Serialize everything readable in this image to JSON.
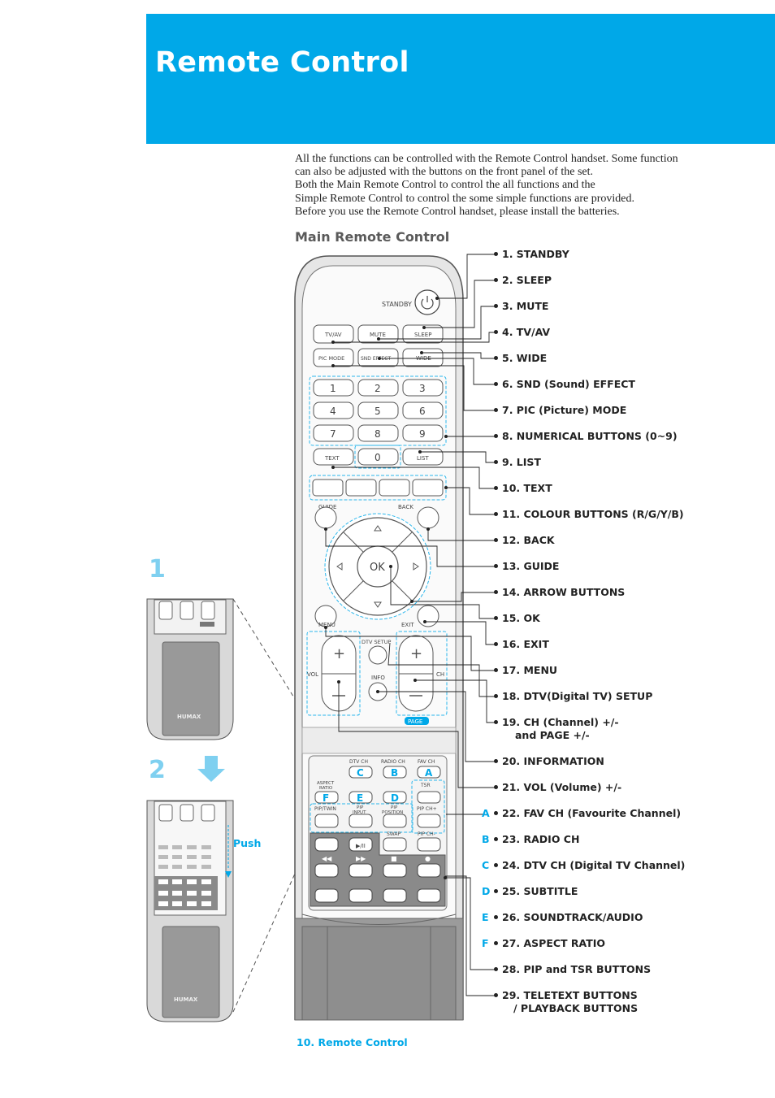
{
  "header": {
    "title": "Remote Control"
  },
  "intro": [
    "All the functions can be controlled with the Remote Control handset. Some function",
    "can also be adjusted with the buttons on the front panel of the set.",
    "Both the Main Remote Control to control the all functions and the",
    "Simple Remote Control to control the some simple functions are provided.",
    "Before you use the Remote Control handset, please install the batteries."
  ],
  "section_title": "Main Remote Control",
  "steps": {
    "step1": "1",
    "step2": "2",
    "push": "Push"
  },
  "remote_labels": {
    "standby": "STANDBY",
    "tvav": "TV/AV",
    "mute": "MUTE",
    "sleep": "SLEEP",
    "picmode": "PIC MODE",
    "sndeffect": "SND EFFECT",
    "wide": "WIDE",
    "n1": "1",
    "n2": "2",
    "n3": "3",
    "n4": "4",
    "n5": "5",
    "n6": "6",
    "n7": "7",
    "n8": "8",
    "n9": "9",
    "n0": "0",
    "text": "TEXT",
    "list": "LIST",
    "guide": "GUIDE",
    "back": "BACK",
    "ok": "OK",
    "menu": "MENU",
    "exit": "EXIT",
    "dtvsetup": "DTV SETUP",
    "info": "INFO",
    "vol": "VOL",
    "ch": "CH",
    "page": "PAGE",
    "dtvch": "DTV CH",
    "radioch": "RADIO CH",
    "favch": "FAV CH",
    "aspect1": "ASPECT",
    "aspect2": "RATIO",
    "tsr": "TSR",
    "piptwin": "PIP/TWIN",
    "pipinput1": "PIP",
    "pipinput2": "INPUT",
    "pipposition1": "PIP",
    "pipposition2": "POSITION",
    "pipchplus": "PIP CH+",
    "swap": "SWAP",
    "pipchminus": "PIP CH-",
    "letter_c": "C",
    "letter_b": "B",
    "letter_a": "A",
    "letter_f": "F",
    "letter_e": "E",
    "letter_d": "D"
  },
  "callouts": [
    {
      "letter": "",
      "text": "1. STANDBY"
    },
    {
      "letter": "",
      "text": "2. SLEEP"
    },
    {
      "letter": "",
      "text": "3. MUTE"
    },
    {
      "letter": "",
      "text": "4. TV/AV"
    },
    {
      "letter": "",
      "text": "5. WIDE"
    },
    {
      "letter": "",
      "text": "6. SND (Sound) EFFECT"
    },
    {
      "letter": "",
      "text": "7. PIC (Picture) MODE"
    },
    {
      "letter": "",
      "text": "8. NUMERICAL BUTTONS (0~9)"
    },
    {
      "letter": "",
      "text": "9. LIST"
    },
    {
      "letter": "",
      "text": "10. TEXT"
    },
    {
      "letter": "",
      "text": "11. COLOUR BUTTONS (R/G/Y/B)"
    },
    {
      "letter": "",
      "text": "12. BACK"
    },
    {
      "letter": "",
      "text": "13. GUIDE"
    },
    {
      "letter": "",
      "text": "14. ARROW BUTTONS"
    },
    {
      "letter": "",
      "text": "15. OK"
    },
    {
      "letter": "",
      "text": "16. EXIT"
    },
    {
      "letter": "",
      "text": "17. MENU"
    },
    {
      "letter": "",
      "text": "18. DTV(Digital TV) SETUP"
    },
    {
      "letter": "",
      "text": "19. CH (Channel) +/-",
      "line2": "and PAGE +/-"
    },
    {
      "letter": "",
      "text": "20. INFORMATION"
    },
    {
      "letter": "",
      "text": "21. VOL (Volume) +/-"
    },
    {
      "letter": "A",
      "text": "22. FAV CH (Favourite Channel)"
    },
    {
      "letter": "B",
      "text": "23. RADIO CH"
    },
    {
      "letter": "C",
      "text": "24. DTV CH (Digital TV Channel)"
    },
    {
      "letter": "D",
      "text": "25. SUBTITLE"
    },
    {
      "letter": "E",
      "text": "26. SOUNDTRACK/AUDIO"
    },
    {
      "letter": "F",
      "text": "27. ASPECT RATIO"
    },
    {
      "letter": "",
      "text": "28. PIP and TSR BUTTONS"
    },
    {
      "letter": "",
      "text": "29. TELETEXT BUTTONS",
      "line2": "/ PLAYBACK BUTTONS"
    }
  ],
  "brand": "HUMAX",
  "footer": "10. Remote Control",
  "colors": {
    "accent": "#00a8e8",
    "step_number": "#7fd0f0",
    "dash": "#29b6ec"
  }
}
